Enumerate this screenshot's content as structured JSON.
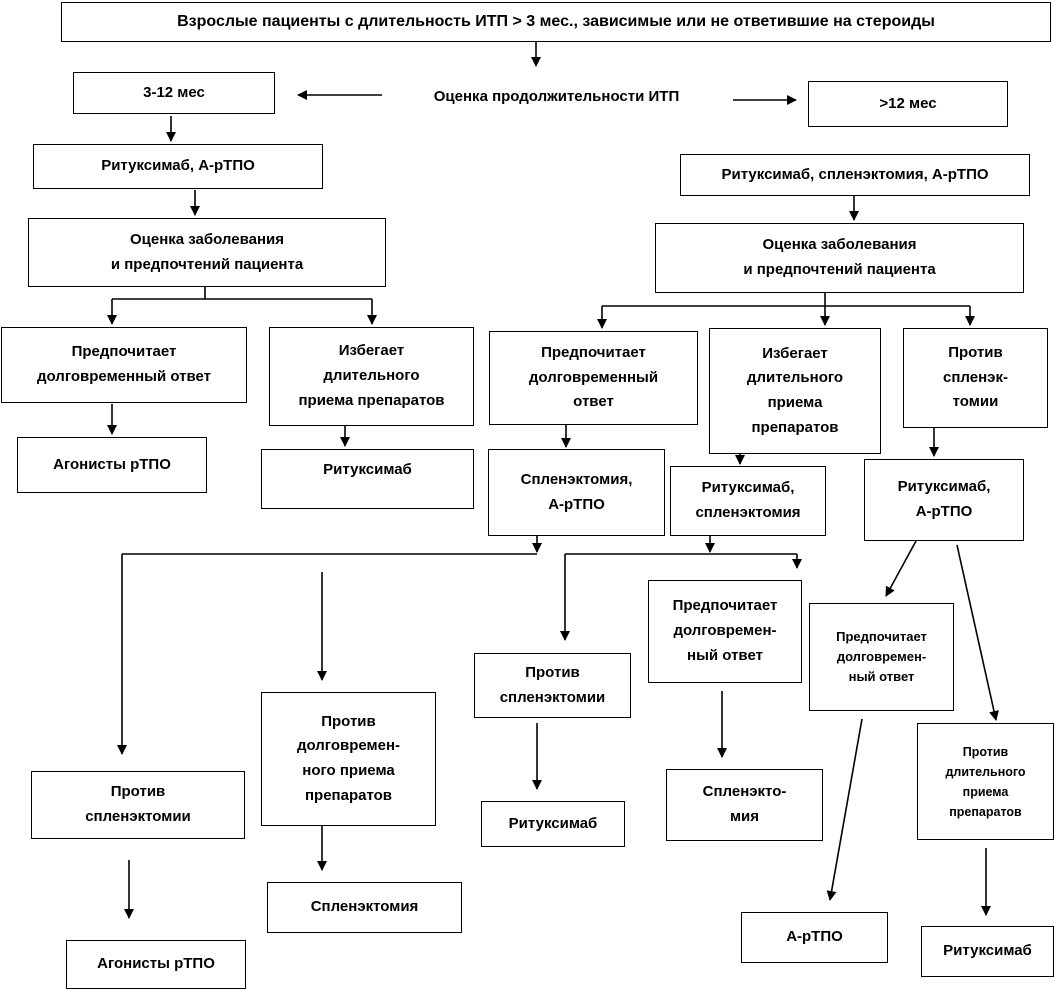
{
  "nodes": {
    "root": "Взрослые пациенты с длительность ИТП > 3 мес., зависимые или не ответившие на стероиды",
    "assess_duration": "Оценка продолжительности ИТП",
    "short": "3-12 мес",
    "long": ">12 мес",
    "short_treat": "Ритуксимаб, А-рТПО",
    "long_treat": "Ритуксимаб, спленэктомия, А-рТПО",
    "short_eval": "Оценка заболевания\nи предпочтений пациента",
    "long_eval": "Оценка заболевания\nи предпочтений пациента",
    "s_pref_long": "Предпочитает\nдолговременный ответ",
    "s_avoid": "Избегает\nдлительного\nприема препаратов",
    "s_agonists": "Агонисты рТПО",
    "s_ritux": "Ритуксимаб",
    "l_pref_long": "Предпочитает\nдолговременный\nответ",
    "l_avoid": "Избегает\nдлительного\nприема\nпрепаратов",
    "l_against_splen": "Против\nспленэк-\nтомии",
    "l_splen_atpo": "Спленэктомия,\nА-рТПО",
    "l_ritux_splen": "Ритуксимаб,\nспленэктомия",
    "l_ritux_atpo": "Ритуксимаб,\nА-рТПО",
    "a_against_splen": "Против\nспленэктомии",
    "a_against_long": "Против\nдолговремен-\nного приема\nпрепаратов",
    "b_against_splen": "Против\nспленэктомии",
    "b_pref_long": "Предпочитает\nдолговремен-\nный ответ",
    "c_pref_long": "Предпочитает\nдолговремен-\nный ответ",
    "c_against_long": "Против\nдлительного\nприема\nпрепаратов",
    "a_agonists": "Агонисты рТПО",
    "a_splen": "Спленэктомия",
    "b_ritux": "Ритуксимаб",
    "b_splen": "Спленэкто-\nмия",
    "c_atpo": "А-рТПО",
    "c_ritux": "Ритуксимаб"
  }
}
